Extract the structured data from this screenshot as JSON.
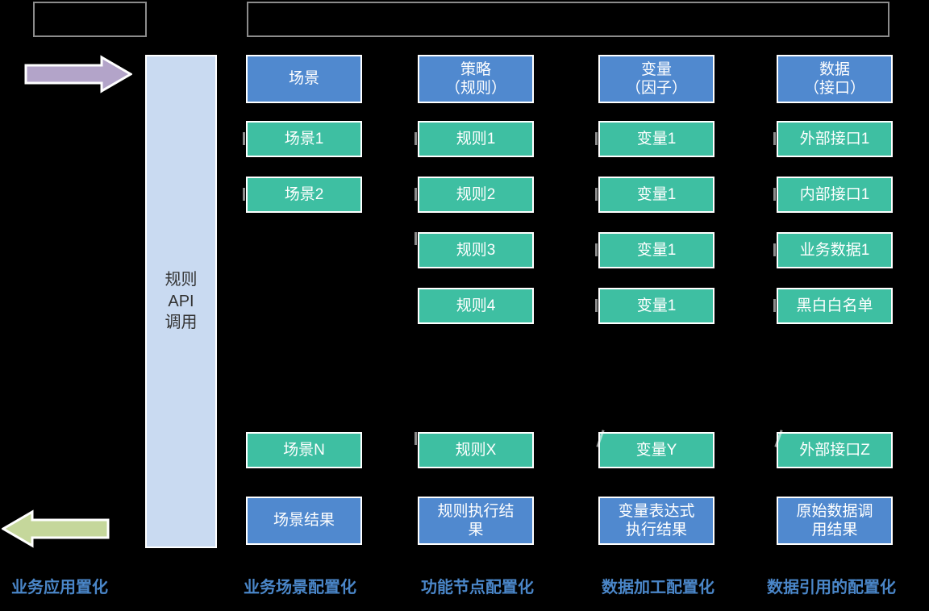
{
  "top_boxes": [
    {
      "name": "top-box-left",
      "label": ""
    },
    {
      "name": "top-box-right",
      "label": ""
    }
  ],
  "left_column": {
    "inbound_arrow": {
      "icon": "arrow-right-icon",
      "color": "#b3a4c9"
    },
    "api_bar": {
      "label": "规则\nAPI\n调用",
      "color": "#c9daf1"
    },
    "outbound_arrow": {
      "icon": "arrow-left-icon",
      "color": "#c5d79b"
    },
    "caption": "业务应用置化"
  },
  "colors": {
    "header_blue": "#5089cf",
    "node_green": "#3ebfa2",
    "api_bar_blue": "#c9daf1",
    "inbound_arrow_purple": "#b3a4c9",
    "outbound_arrow_green": "#c5d79b",
    "caption_blue": "#4a86c8",
    "background": "#000000",
    "outline_gray": "#8c8c8c"
  },
  "columns": [
    {
      "id": "scene",
      "header": "场景",
      "items": [
        "场景1",
        "场景2"
      ],
      "tail": "场景N",
      "result": "场景结果",
      "caption": "业务场景配置化"
    },
    {
      "id": "strategy",
      "header": "策略\n（规则）",
      "items": [
        "规则1",
        "规则2",
        "规则3",
        "规则4"
      ],
      "tail": "规则X",
      "result": "规则执行结\n果",
      "caption": "功能节点配置化"
    },
    {
      "id": "variable",
      "header": "变量\n（因子）",
      "items": [
        "变量1",
        "变量1",
        "变量1",
        "变量1"
      ],
      "tail": "变量Y",
      "result": "变量表达式\n执行结果",
      "caption": "数据加工配置化"
    },
    {
      "id": "data",
      "header": "数据\n（接口）",
      "items": [
        "外部接口1",
        "内部接口1",
        "业务数据1",
        "黑白白名单"
      ],
      "tail": "外部接口Z",
      "result": "原始数据调\n用结果",
      "caption": "数据引用的配置化"
    }
  ]
}
